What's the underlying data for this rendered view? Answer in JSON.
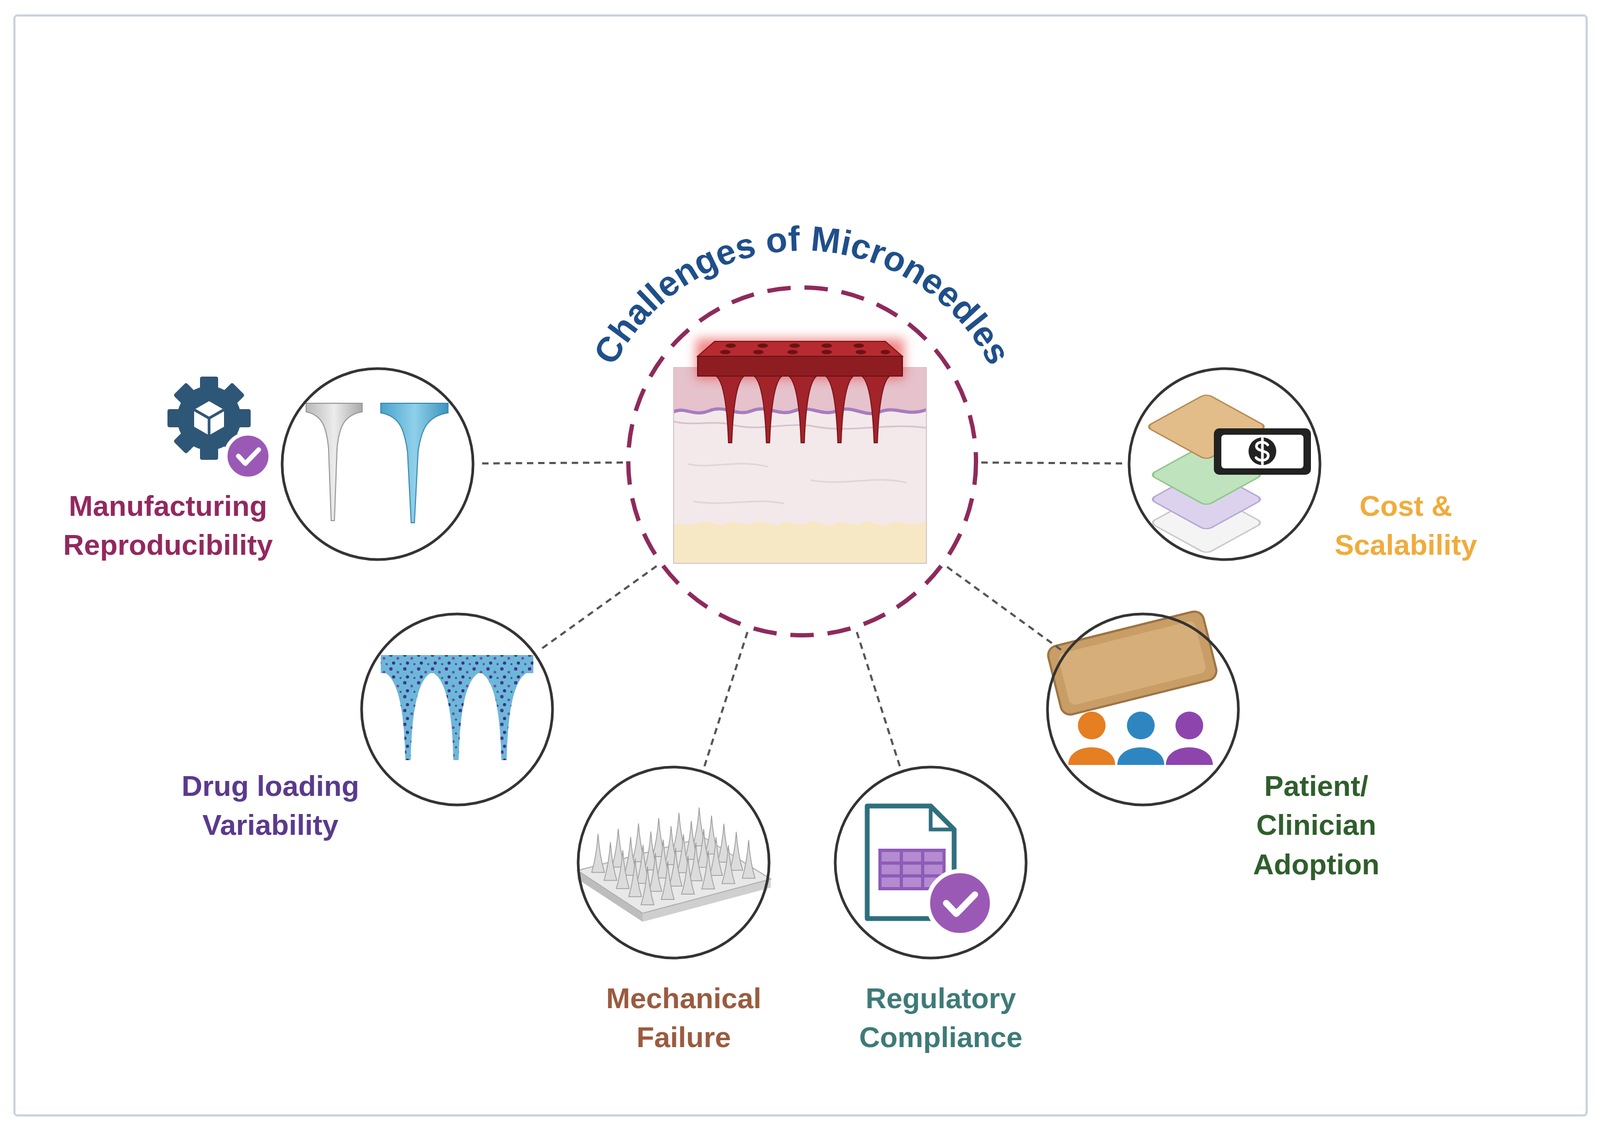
{
  "diagram": {
    "nodes": [
      {
        "text": [
          "Challenges of Microneedles"
        ]
      },
      {
        "text": [
          "Manufacturing Reproducibility"
        ]
      },
      {
        "text": [
          "Cost & Scalability"
        ]
      },
      {
        "text": [
          "Drug loading Variability"
        ]
      },
      {
        "text": [
          "Patient/ Clinician Adoption"
        ]
      },
      {
        "text": [
          "Mechanical Failure"
        ]
      },
      {
        "text": [
          "Regulatory Compliance"
        ]
      }
    ],
    "edges": [
      {
        "from": 0,
        "to": 1,
        "arrow": "none"
      },
      {
        "from": 0,
        "to": 2,
        "arrow": "none"
      },
      {
        "from": 0,
        "to": 3,
        "arrow": "none"
      },
      {
        "from": 0,
        "to": 4,
        "arrow": "none"
      },
      {
        "from": 0,
        "to": 5,
        "arrow": "none"
      },
      {
        "from": 0,
        "to": 6,
        "arrow": "none"
      }
    ]
  }
}
